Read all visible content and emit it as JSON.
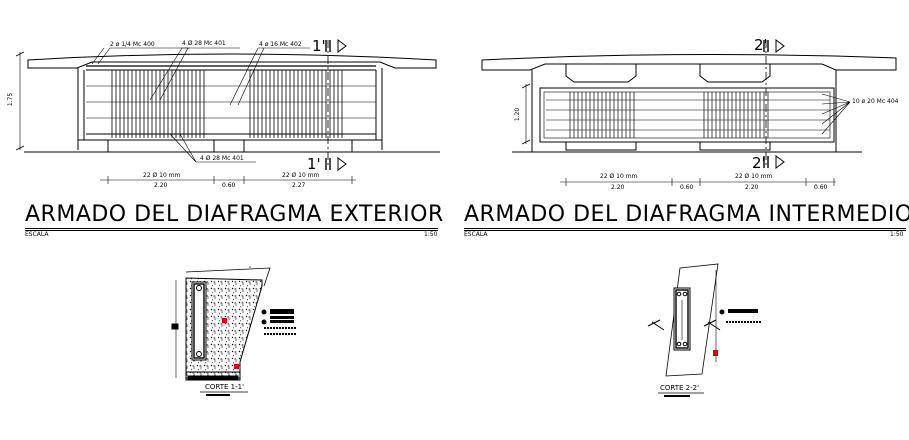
{
  "exterior": {
    "title": "ARMADO DEL DIAFRAGMA EXTERIOR",
    "scale_label": "ESCALA",
    "scale_value": "1:50",
    "height_dim": "1.75",
    "notes": {
      "top_left": "2 ø 1/4 Mc 400",
      "top_mid": "4 Ø 28  Mc 401",
      "top_right": "4 ø 16 Mc 402",
      "bottom": "4 Ø 28  Mc 401"
    },
    "cut_top": "1'",
    "cut_bottom": "1'",
    "dims": {
      "bars_left": "22 Ø 10 mm",
      "bars_right": "22 Ø 10 mm",
      "w1": "2.20",
      "w2": "0.60",
      "w3": "2.27"
    },
    "section_label": "CORTE 1-1'"
  },
  "intermediate": {
    "title": "ARMADO DEL DIAFRAGMA INTERMEDIO",
    "scale_label": "ESCALA",
    "scale_value": "1:50",
    "height_dim": "1.20",
    "notes": {
      "right": "10 ø 20 Mc 404"
    },
    "cut_top": "2'",
    "cut_bottom": "2'",
    "dims": {
      "bars_left": "22 Ø 10 mm",
      "bars_right": "22 Ø 10 mm",
      "w1": "2.20",
      "w2": "0.60",
      "w3": "2.20",
      "w4": "0.60"
    },
    "section_label": "CORTE 2-2'"
  },
  "colors": {
    "line": "#000000",
    "marker": "#e00000",
    "background": "#ffffff"
  }
}
